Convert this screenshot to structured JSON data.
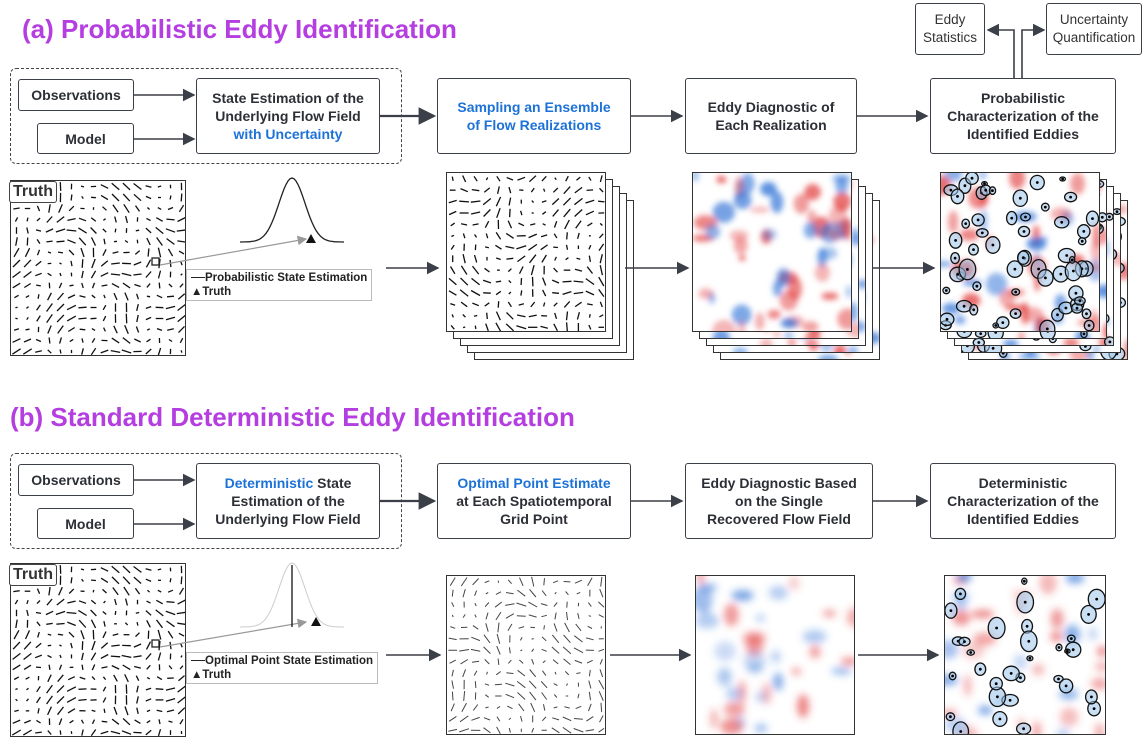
{
  "panel_a": {
    "heading": "(a) Probabilistic Eddy Identification",
    "observations": "Observations",
    "model": "Model",
    "state_estimation": {
      "line1": "State Estimation of the",
      "line2": "Underlying Flow Field",
      "line3": "with Uncertainty"
    },
    "sampling": {
      "line1": "Sampling an Ensemble",
      "line2": "of Flow Realizations"
    },
    "diagnostic": {
      "line1": "Eddy Diagnostic of",
      "line2": "Each Realization"
    },
    "characterization": {
      "line1": "Probabilistic",
      "line2": "Characterization of the",
      "line3": "Identified Eddies"
    },
    "eddy_statistics": {
      "line1": "Eddy",
      "line2": "Statistics"
    },
    "uncertainty_quantification": {
      "line1": "Uncertainty",
      "line2": "Quantification"
    },
    "truth_label": "Truth",
    "legend_estimate": "Probabilistic State Estimation",
    "legend_truth": "Truth"
  },
  "panel_b": {
    "heading": "(b) Standard Deterministic Eddy Identification",
    "observations": "Observations",
    "model": "Model",
    "state_estimation": {
      "line1_blue": "Deterministic",
      "line1_rest": " State",
      "line2": "Estimation of the",
      "line3": "Underlying Flow Field"
    },
    "point_estimate": {
      "line1": "Optimal Point Estimate",
      "line2": "at Each Spatiotemporal",
      "line3": "Grid Point"
    },
    "diagnostic": {
      "line1": "Eddy Diagnostic Based",
      "line2": "on the Single",
      "line3": "Recovered Flow Field"
    },
    "characterization": {
      "line1": "Deterministic",
      "line2": "Characterization of the",
      "line3": "Identified Eddies"
    },
    "truth_label": "Truth",
    "legend_estimate": "Optimal Point State Estimation",
    "legend_truth": "Truth"
  },
  "colors": {
    "heading": "#b43ee0",
    "highlight_text": "#1d72d8",
    "box_border": "#3b3f47",
    "positive_field": "#e23a3a",
    "negative_field": "#2a6fd6",
    "eddy_fill": "#9cc4ea"
  },
  "glyphs": {
    "truth_marker": "▲"
  }
}
